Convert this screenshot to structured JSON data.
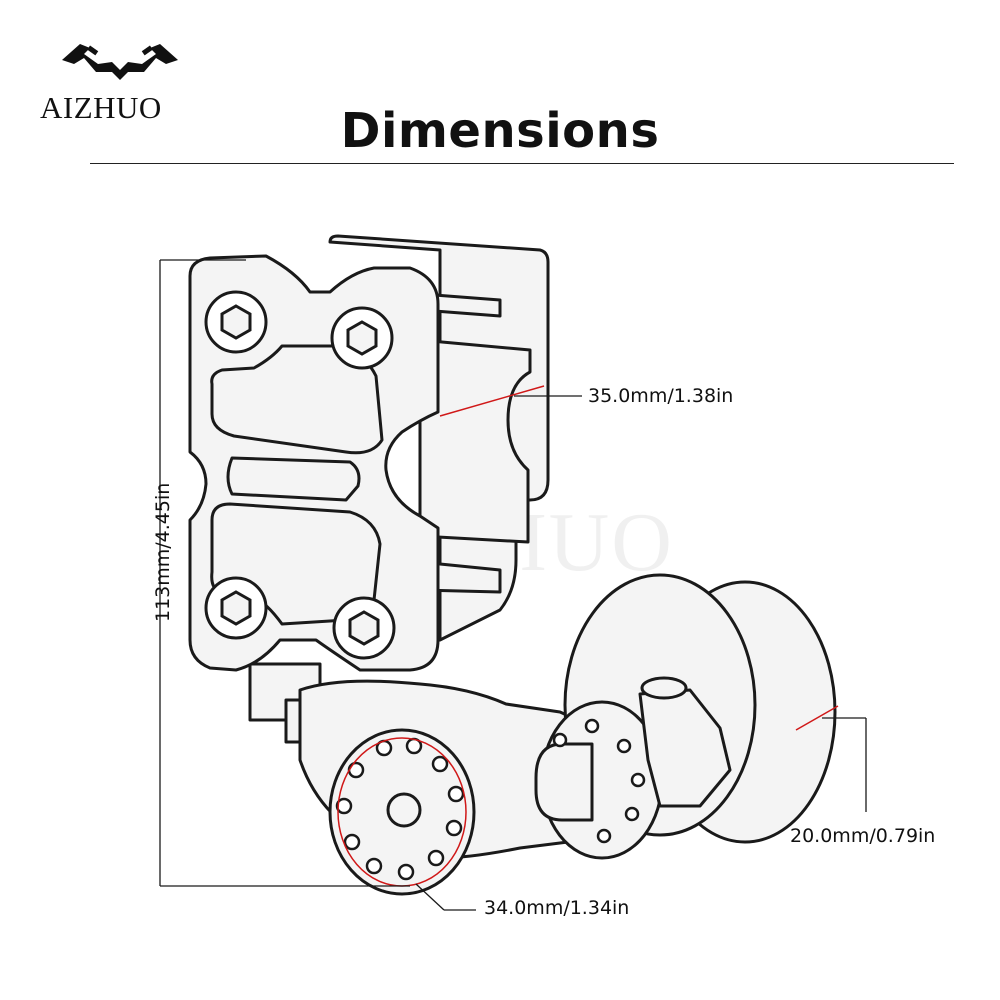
{
  "brand": {
    "name": "AIZHUO",
    "watermark": "AIZHUO"
  },
  "title": "Dimensions",
  "dimensions": {
    "top_width": "35.0mm/1.38in",
    "roller_width": "20.0mm/0.79in",
    "wheel_diameter": "34.0mm/1.34in",
    "total_height": "113mm/4.45in"
  },
  "colors": {
    "text": "#111111",
    "outline": "#1a1a1a",
    "part_fill": "#f4f4f4",
    "callout_red": "#d01818"
  },
  "icons": [
    "logo-icon",
    "hex-bolt-icon"
  ]
}
